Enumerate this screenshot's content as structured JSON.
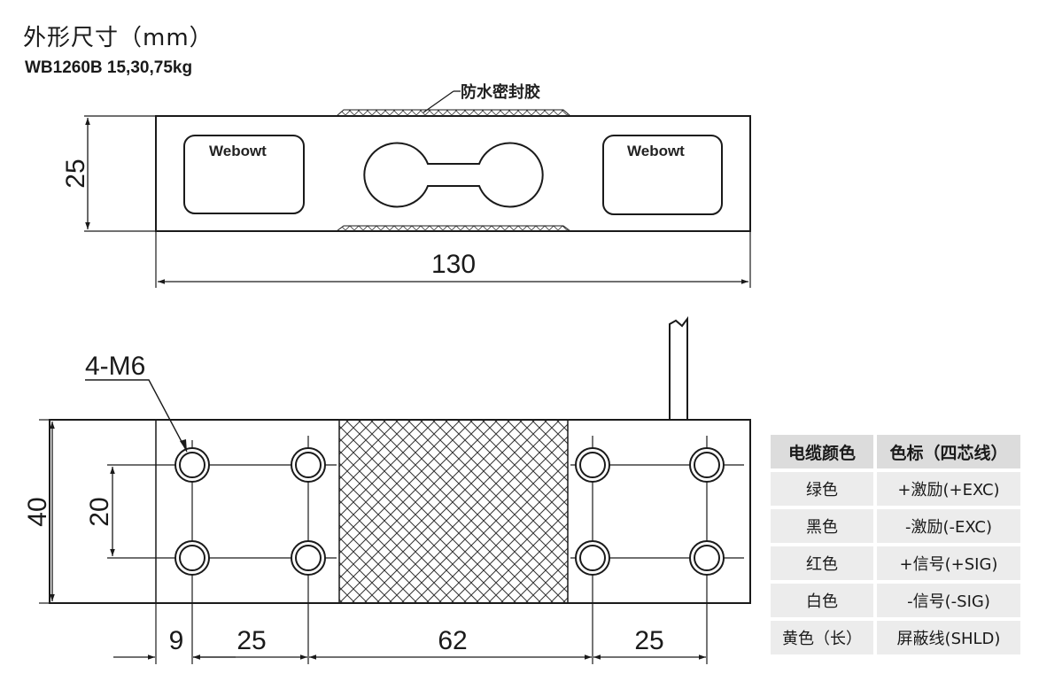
{
  "header": {
    "title": "外形尺寸（mm）",
    "subtitle": "WB1260B 15,30,75kg"
  },
  "top_view": {
    "brand_left": "Webowt",
    "brand_right": "Webowt",
    "seal_label": "防水密封胶",
    "dim_height": "25",
    "dim_length": "130"
  },
  "bottom_view": {
    "thread_label": "4-M6",
    "dim_height": "40",
    "dim_hole_spacing": "20",
    "dim_9": "9",
    "dim_25_left": "25",
    "dim_62": "62",
    "dim_25_right": "25"
  },
  "wire_table": {
    "headers": [
      "电缆颜色",
      "色标（四芯线）"
    ],
    "rows": [
      [
        "绿色",
        "+激励(+EXC)"
      ],
      [
        "黑色",
        "-激励(-EXC)"
      ],
      [
        "红色",
        "+信号(+SIG)"
      ],
      [
        "白色",
        "-信号(-SIG)"
      ],
      [
        "黄色（长）",
        "屏蔽线(SHLD)"
      ]
    ]
  }
}
